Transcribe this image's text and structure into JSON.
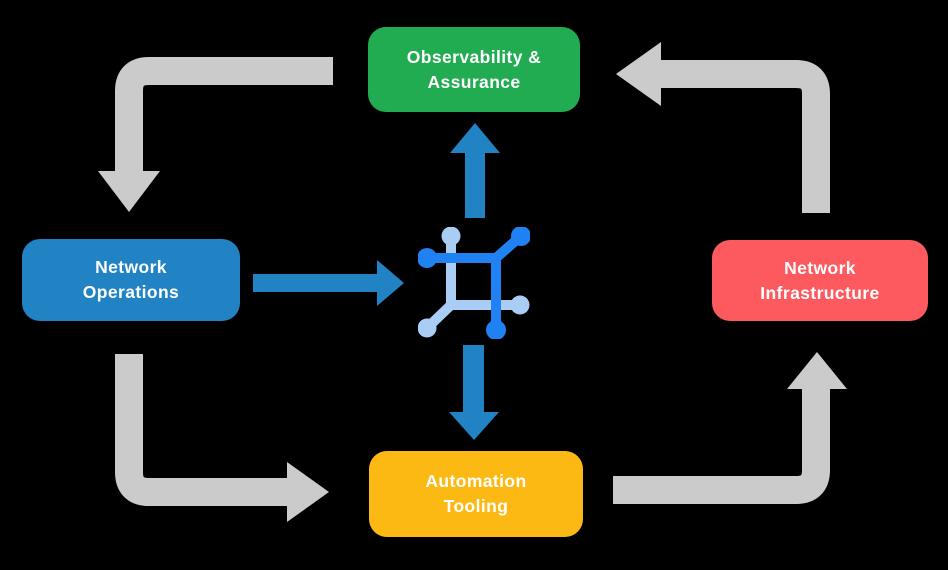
{
  "colors": {
    "background": "#000000",
    "green": "#22AC52",
    "blue": "#2182C4",
    "red": "#FC5A5F",
    "yellow": "#FDB913",
    "arrow_gray": "#CBCBCB",
    "icon_dark": "#2082F2",
    "icon_light": "#A9CDF5",
    "text": "#FFFFFF"
  },
  "nodes": {
    "observability": {
      "line1": "Observability &",
      "line2": "Assurance"
    },
    "operations": {
      "line1": "Network",
      "line2": "Operations"
    },
    "infrastructure": {
      "line1": "Network",
      "line2": "Infrastructure"
    },
    "automation": {
      "line1": "Automation",
      "line2": "Tooling"
    }
  },
  "center_icon": "network-fabric-icon",
  "flows": [
    {
      "from": "Observability & Assurance",
      "to": "Network Operations",
      "color": "gray"
    },
    {
      "from": "Network Operations",
      "to": "Automation Tooling",
      "color": "gray"
    },
    {
      "from": "Automation Tooling",
      "to": "Network Infrastructure",
      "color": "gray"
    },
    {
      "from": "Network Infrastructure",
      "to": "Observability & Assurance",
      "color": "gray"
    },
    {
      "from": "Network Operations",
      "to": "center-icon",
      "color": "blue"
    },
    {
      "from": "center-icon",
      "to": "Observability & Assurance",
      "color": "blue"
    },
    {
      "from": "center-icon",
      "to": "Automation Tooling",
      "color": "blue"
    }
  ]
}
